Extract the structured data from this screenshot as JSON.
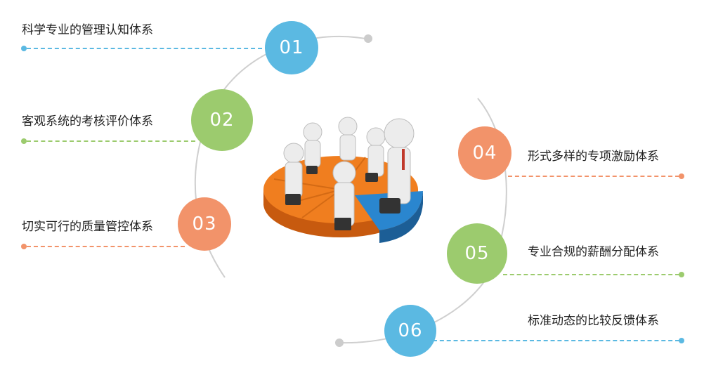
{
  "colors": {
    "blue": "#5bb9e2",
    "green": "#9ccb6e",
    "orange": "#f2936a",
    "arc": "#cfcfcf",
    "pie_orange": "#f07e1f",
    "pie_orange_dark": "#c75a0f",
    "pie_blue": "#2a86cf",
    "pie_blue_dark": "#1c5e96"
  },
  "items": [
    {
      "number": "01",
      "label": "科学专业的管理认知体系",
      "color": "blue"
    },
    {
      "number": "02",
      "label": "客观系统的考核评价体系",
      "color": "green"
    },
    {
      "number": "03",
      "label": "切实可行的质量管控体系",
      "color": "orange"
    },
    {
      "number": "04",
      "label": "形式多样的专项激励体系",
      "color": "orange"
    },
    {
      "number": "05",
      "label": "专业合规的薪酬分配体系",
      "color": "green"
    },
    {
      "number": "06",
      "label": "标准动态的比较反馈体系",
      "color": "blue"
    }
  ],
  "center_image": {
    "description_icon": "team-pie-chart-illustration"
  }
}
